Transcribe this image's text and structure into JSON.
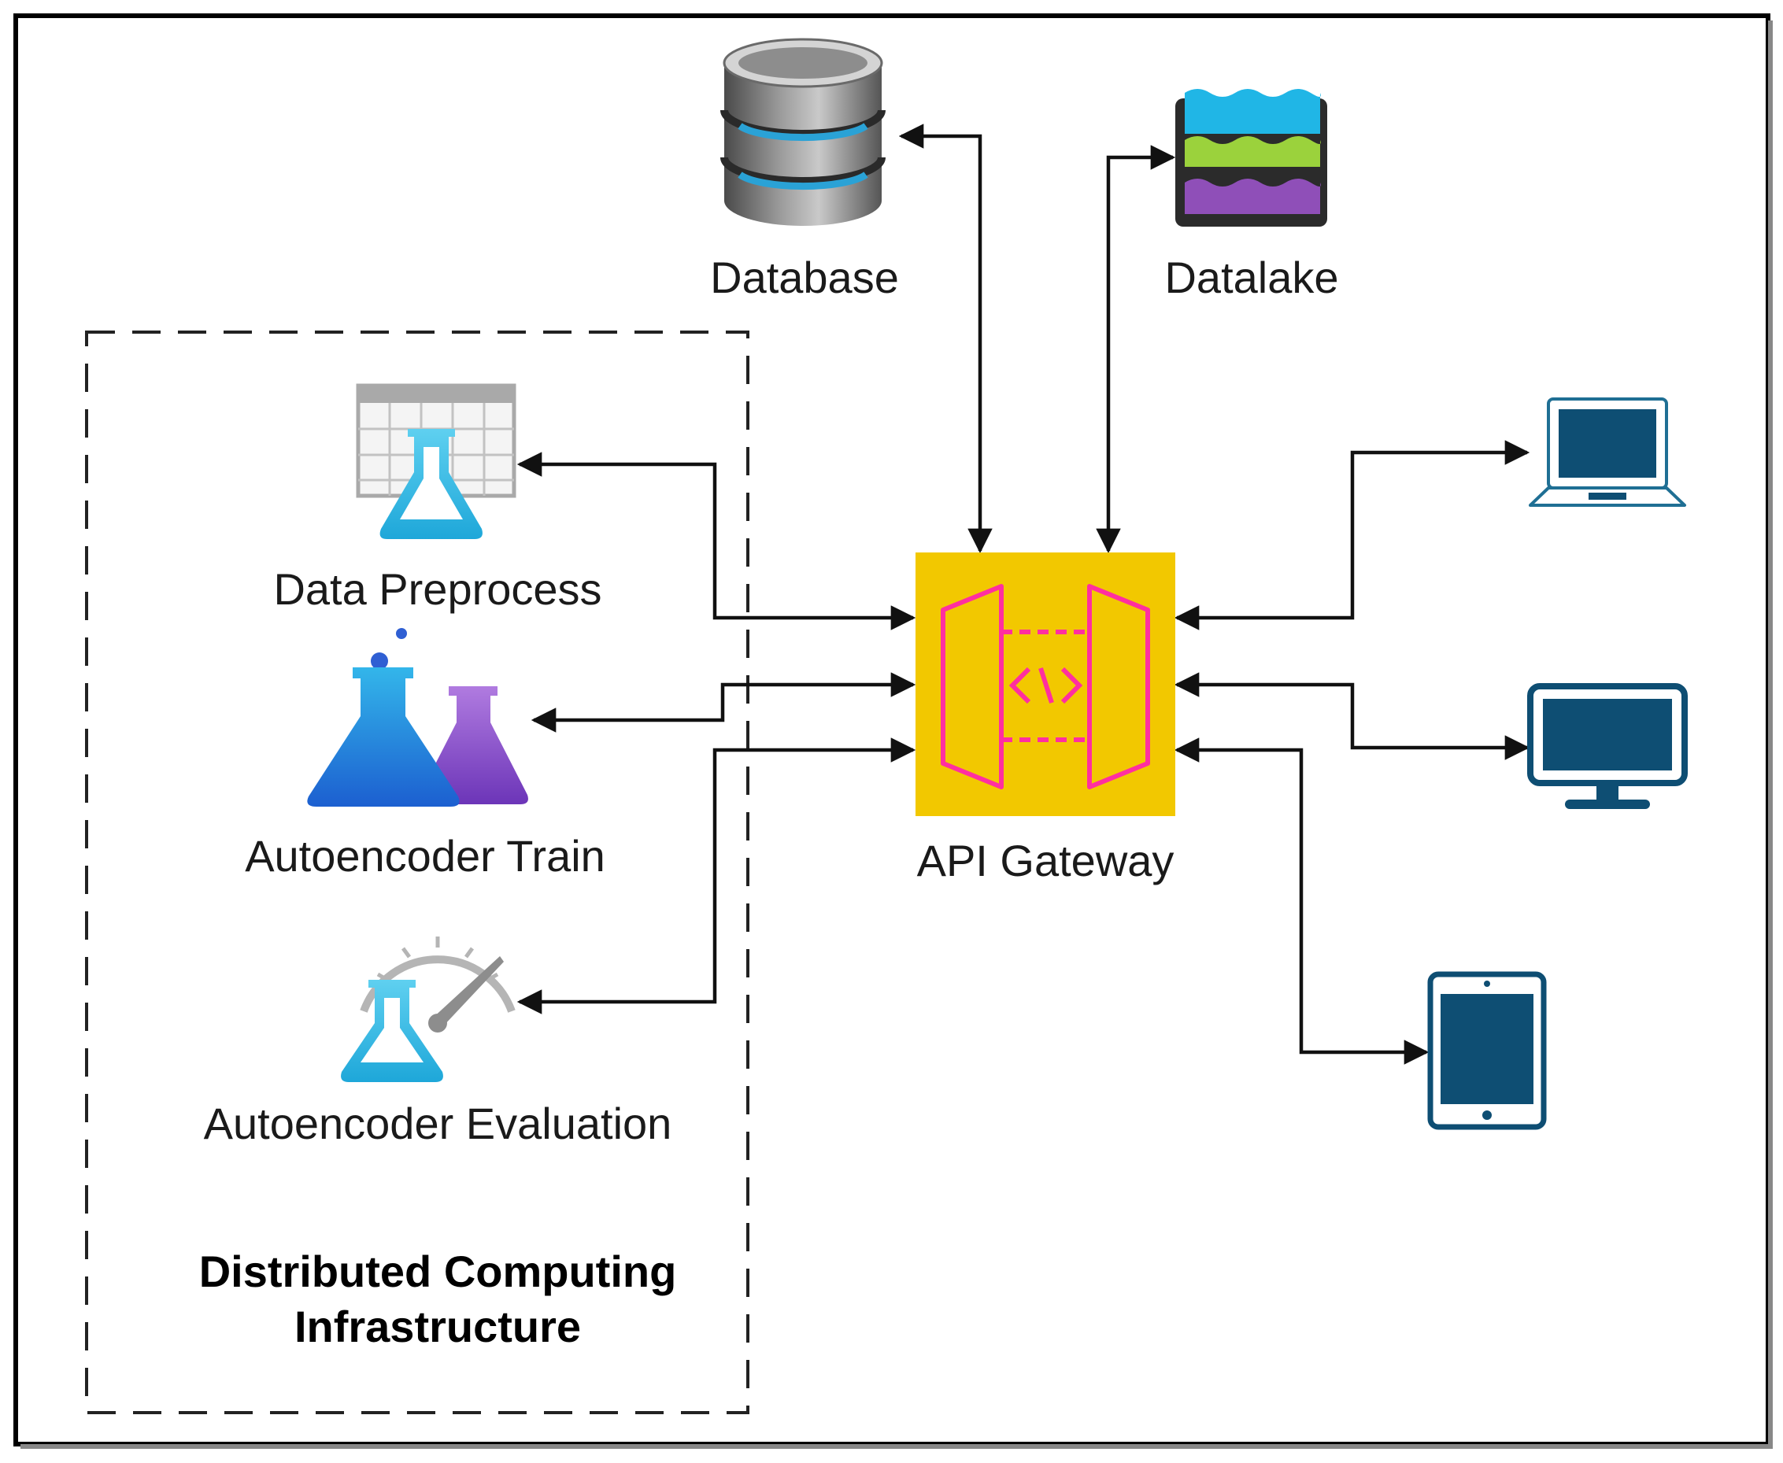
{
  "diagram": {
    "nodes": {
      "database": {
        "label": "Database"
      },
      "datalake": {
        "label": "Datalake"
      },
      "data_preprocess": {
        "label": "Data Preprocess"
      },
      "autoencoder_train": {
        "label": "Autoencoder Train"
      },
      "autoencoder_evaluation": {
        "label": "Autoencoder Evaluation"
      },
      "api_gateway": {
        "label": "API Gateway"
      },
      "laptop": {
        "label": ""
      },
      "desktop": {
        "label": ""
      },
      "tablet": {
        "label": ""
      }
    },
    "group": {
      "title_line1": "Distributed Computing",
      "title_line2": "Infrastructure"
    },
    "edges": [
      {
        "from": "api_gateway",
        "to": "database",
        "direction": "both"
      },
      {
        "from": "api_gateway",
        "to": "datalake",
        "direction": "both"
      },
      {
        "from": "api_gateway",
        "to": "data_preprocess",
        "direction": "both"
      },
      {
        "from": "api_gateway",
        "to": "autoencoder_train",
        "direction": "both"
      },
      {
        "from": "api_gateway",
        "to": "autoencoder_evaluation",
        "direction": "both"
      },
      {
        "from": "api_gateway",
        "to": "laptop",
        "direction": "both"
      },
      {
        "from": "api_gateway",
        "to": "desktop",
        "direction": "both"
      },
      {
        "from": "api_gateway",
        "to": "tablet",
        "direction": "both"
      }
    ],
    "colors": {
      "gateway_fill": "#f2c800",
      "gateway_stroke": "#ff2fa0",
      "device_blue": "#0e4e73",
      "flask_cyan": "#2fb4e0",
      "flask_purple": "#8a4ccf",
      "datalake_top": "#20b6e6",
      "datalake_mid": "#9bd23c",
      "datalake_bottom": "#8f4fb8"
    },
    "icons": {
      "database": "database-cylinder-icon",
      "datalake": "datalake-layers-icon",
      "data_preprocess": "table-flask-icon",
      "autoencoder_train": "twin-flasks-icon",
      "autoencoder_evaluation": "gauge-flask-icon",
      "api_gateway": "api-gateway-icon",
      "laptop": "laptop-icon",
      "desktop": "desktop-monitor-icon",
      "tablet": "tablet-icon"
    }
  }
}
